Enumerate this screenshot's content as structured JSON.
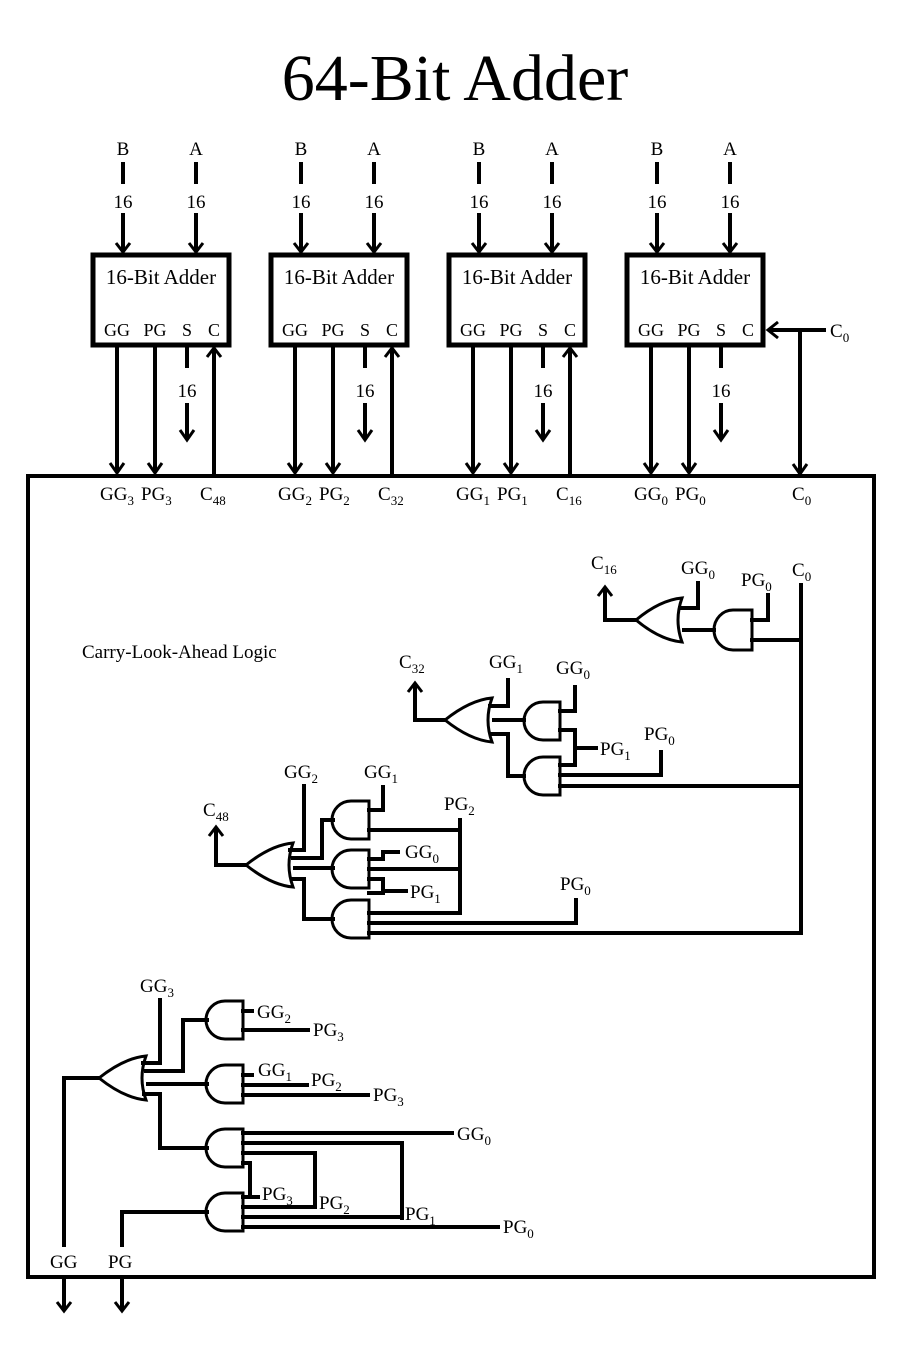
{
  "title": "64-Bit Adder",
  "adders": [
    {
      "name": "16-Bit Adder",
      "in_b": "B",
      "in_a": "A",
      "width_b": "16",
      "width_a": "16",
      "ports": [
        "GG",
        "PG",
        "S",
        "C"
      ],
      "sum_width": "16",
      "out_gg": "GG",
      "out_gg_sub": "3",
      "out_pg": "PG",
      "out_pg_sub": "3",
      "carry": "C",
      "carry_sub": "48"
    },
    {
      "name": "16-Bit Adder",
      "in_b": "B",
      "in_a": "A",
      "width_b": "16",
      "width_a": "16",
      "ports": [
        "GG",
        "PG",
        "S",
        "C"
      ],
      "sum_width": "16",
      "out_gg": "GG",
      "out_gg_sub": "2",
      "out_pg": "PG",
      "out_pg_sub": "2",
      "carry": "C",
      "carry_sub": "32"
    },
    {
      "name": "16-Bit Adder",
      "in_b": "B",
      "in_a": "A",
      "width_b": "16",
      "width_a": "16",
      "ports": [
        "GG",
        "PG",
        "S",
        "C"
      ],
      "sum_width": "16",
      "out_gg": "GG",
      "out_gg_sub": "1",
      "out_pg": "PG",
      "out_pg_sub": "1",
      "carry": "C",
      "carry_sub": "16"
    },
    {
      "name": "16-Bit Adder",
      "in_b": "B",
      "in_a": "A",
      "width_b": "16",
      "width_a": "16",
      "ports": [
        "GG",
        "PG",
        "S",
        "C"
      ],
      "sum_width": "16",
      "out_gg": "GG",
      "out_gg_sub": "0",
      "out_pg": "PG",
      "out_pg_sub": "0",
      "carry": "C",
      "carry_sub": "0"
    }
  ],
  "carry_in": {
    "label": "C",
    "sub": "0"
  },
  "cla": {
    "title": "Carry-Look-Ahead Logic",
    "c16": {
      "out": [
        "C",
        "16"
      ],
      "inputs": [
        [
          "GG",
          "0"
        ],
        [
          "PG",
          "0"
        ],
        [
          "C",
          "0"
        ]
      ]
    },
    "c32": {
      "out": [
        "C",
        "32"
      ],
      "inputs": [
        [
          "GG",
          "1"
        ],
        [
          "GG",
          "0"
        ],
        [
          "PG",
          "1"
        ],
        [
          "PG",
          "0"
        ]
      ]
    },
    "c48": {
      "out": [
        "C",
        "48"
      ],
      "inputs": [
        [
          "GG",
          "2"
        ],
        [
          "GG",
          "1"
        ],
        [
          "PG",
          "2"
        ],
        [
          "GG",
          "0"
        ],
        [
          "PG",
          "1"
        ],
        [
          "PG",
          "0"
        ]
      ]
    },
    "gg": {
      "inputs": [
        [
          "GG",
          "3"
        ],
        [
          "GG",
          "2"
        ],
        [
          "PG",
          "3"
        ],
        [
          "GG",
          "1"
        ],
        [
          "PG",
          "2"
        ],
        [
          "PG",
          "3"
        ],
        [
          "GG",
          "0"
        ],
        [
          "PG",
          "3"
        ],
        [
          "PG",
          "2"
        ],
        [
          "PG",
          "1"
        ],
        [
          "PG",
          "0"
        ]
      ]
    },
    "outputs": [
      "GG",
      "PG"
    ]
  }
}
